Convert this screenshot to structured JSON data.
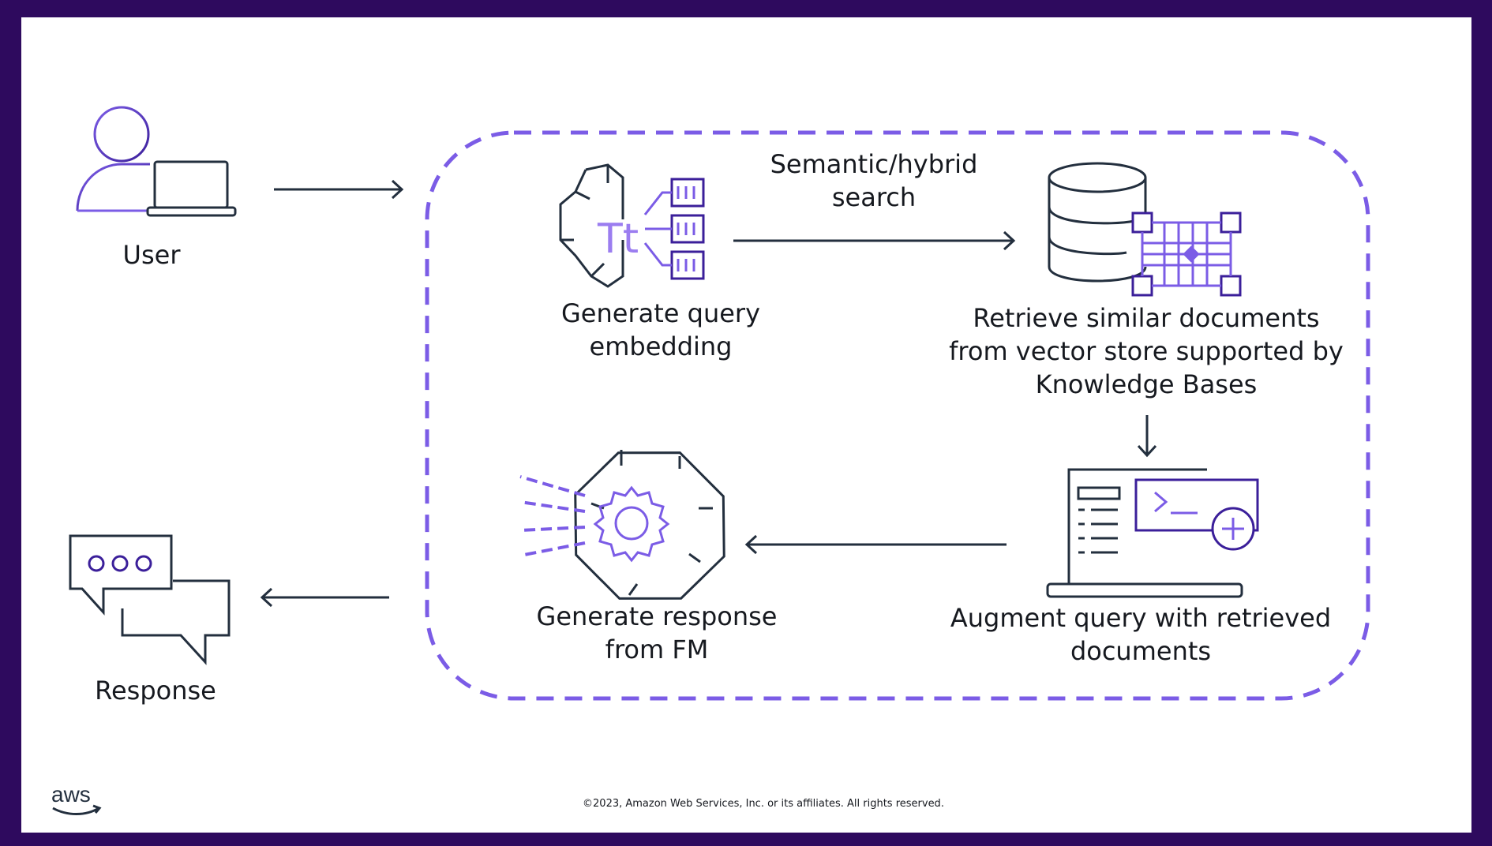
{
  "colors": {
    "frame": "#2e0a5e",
    "background": "#ffffff",
    "ink": "#232f3e",
    "accent": "#7b5ce6",
    "accent_dark": "#3b1f9a"
  },
  "nodes": {
    "user": {
      "label": "User",
      "icon": "user-laptop-icon"
    },
    "response": {
      "label": "Response",
      "icon": "chat-bubbles-icon"
    },
    "embedding": {
      "label": "Generate query\nembedding",
      "icon": "embedding-brain-icon"
    },
    "retrieve": {
      "label": "Retrieve similar documents\nfrom vector store supported by\nKnowledge Bases",
      "icon": "vector-database-icon"
    },
    "augment": {
      "label": "Augment query with retrieved\ndocuments",
      "icon": "laptop-terminal-plus-icon"
    },
    "generate": {
      "label": "Generate response\nfrom FM",
      "icon": "foundation-model-gear-icon"
    }
  },
  "edges": {
    "search_label": "Semantic/hybrid\nsearch"
  },
  "footer": {
    "copyright": "©2023, Amazon Web Services, Inc. or its affiliates. All rights reserved.",
    "logo_text": "aws"
  }
}
